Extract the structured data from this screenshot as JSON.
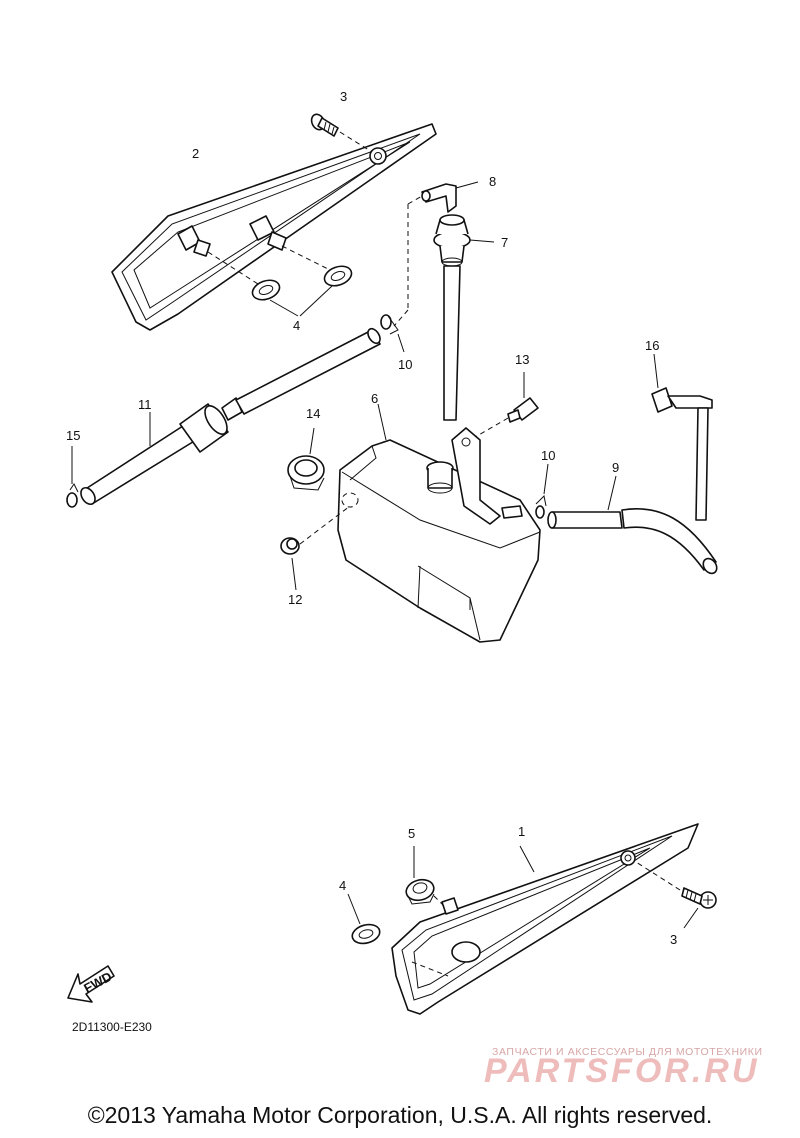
{
  "callouts": {
    "c1": "1",
    "c2": "2",
    "c3a": "3",
    "c3b": "3",
    "c4a": "4",
    "c4b": "4",
    "c5": "5",
    "c6": "6",
    "c7": "7",
    "c8": "8",
    "c9": "9",
    "c10a": "10",
    "c10b": "10",
    "c11": "11",
    "c12": "12",
    "c13": "13",
    "c14": "14",
    "c15": "15",
    "c16": "16"
  },
  "fwd_label": "FWD",
  "diagram_code": "2D11300-E230",
  "watermark": {
    "tagline": "ЗАПЧАСТИ И АКСЕССУАРЫ ДЛЯ МОТОТЕХНИКИ",
    "logo": "PARTSFOR.RU"
  },
  "copyright": "©2013 Yamaha Motor Corporation, U.S.A. All rights reserved."
}
